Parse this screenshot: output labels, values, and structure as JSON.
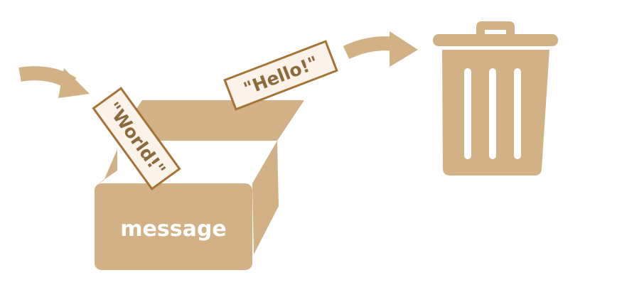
{
  "box": {
    "label": "message"
  },
  "new_value": {
    "text": "\"World!\""
  },
  "old_value": {
    "text": "\"Hello!\""
  },
  "icons": {
    "incoming": "curved-arrow-right",
    "outgoing": "curved-arrow-right",
    "trash": "trash-can"
  },
  "colors": {
    "box": "#d3b187",
    "box_light": "#e3cdae",
    "note_fill": "#fbf3ea",
    "note_border": "#a47233",
    "note_text": "#8d6a3b",
    "label": "#ffffff"
  }
}
